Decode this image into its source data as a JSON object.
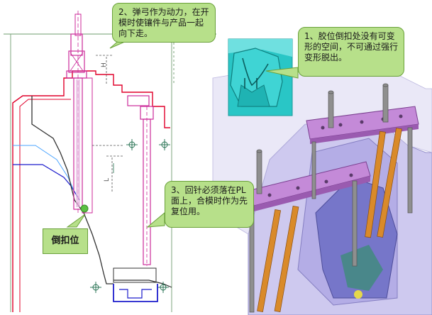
{
  "callouts": {
    "spring": "2、弹弓作为动力，在开模时使镶件与产品一起向下走。",
    "undercut": "1、胶位倒扣处没有可变形的空间，不可通过强行变形脱出。",
    "returnpin": "3、回针必须落在PL面上，合模时作为先复位用。"
  },
  "labels": {
    "undercut_position": "倒扣位",
    "dim_h": "H",
    "dim_l": "L"
  },
  "colors": {
    "callout_fill": "#b7e08a",
    "callout_border": "#6aa13a",
    "outline_red": "#e0002a",
    "outline_magenta": "#cc2a9a",
    "outline_blue": "#1c1ccc",
    "cavity_cyan": "#29c6c6",
    "plate_purple": "#c48ad8",
    "pin_orange": "#d98a2a",
    "mold_lavender": "#c9c4ee"
  }
}
